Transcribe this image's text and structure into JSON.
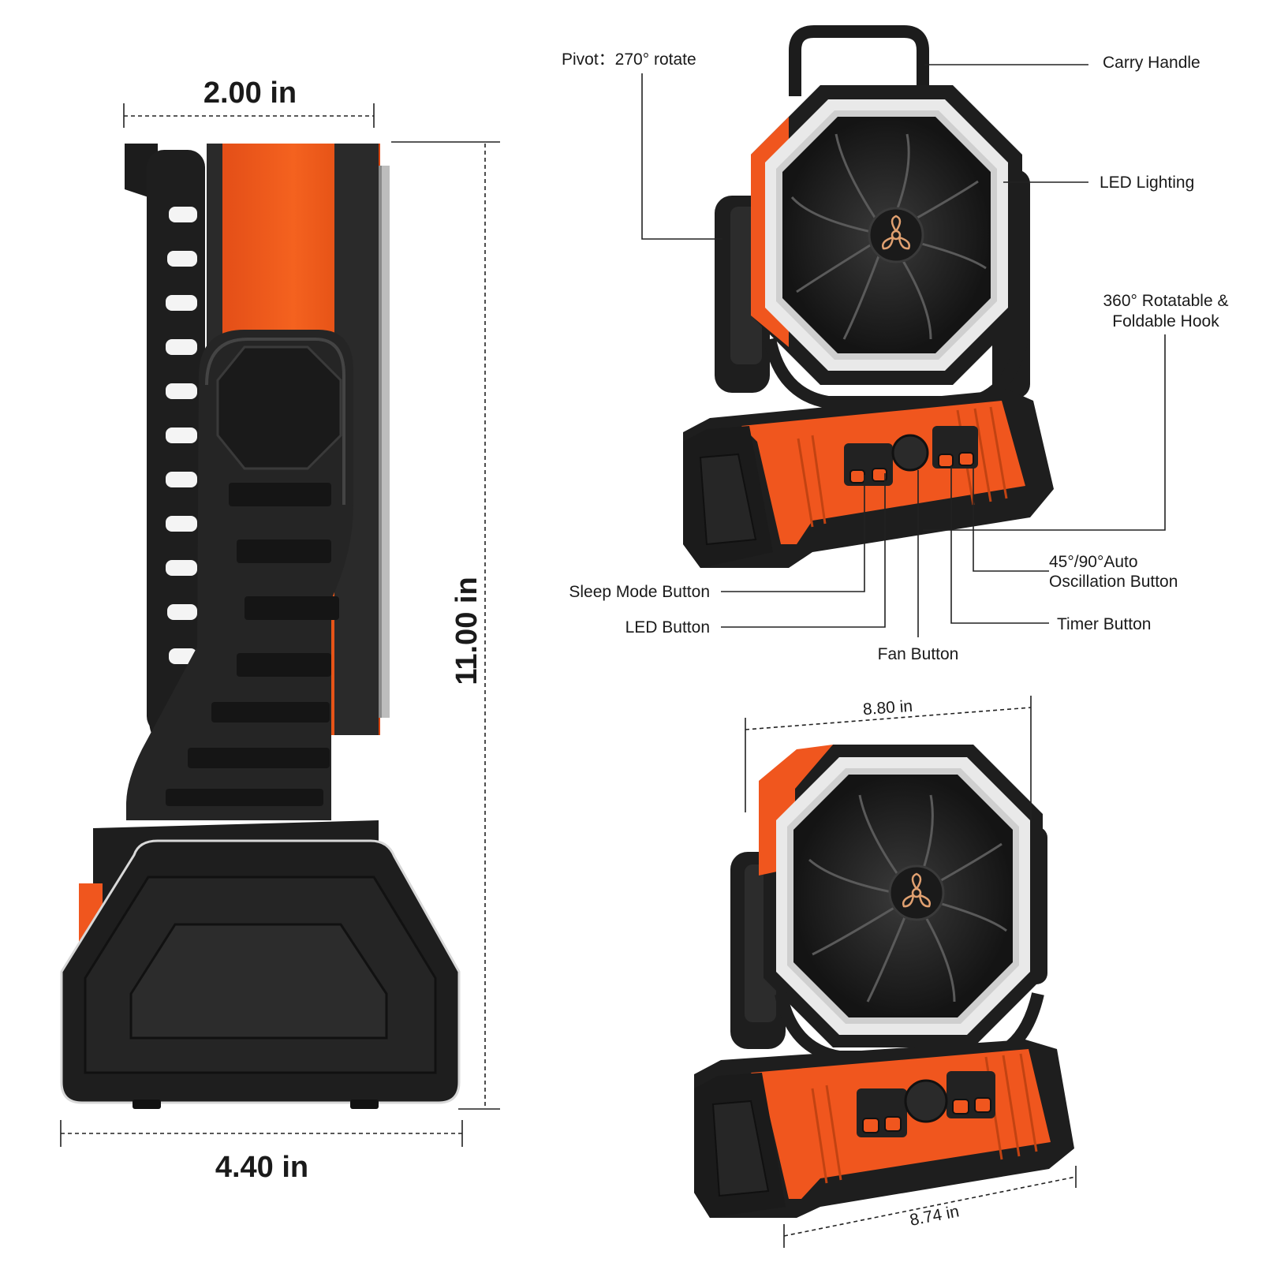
{
  "dimensions": {
    "side_depth": "2.00 in",
    "height": "11.00 in",
    "base_depth": "4.40 in",
    "head_width": "8.80 in",
    "base_width": "8.74 in"
  },
  "callouts": {
    "pivot": "Pivot：270° rotate",
    "carry_handle": "Carry Handle",
    "led_lighting": "LED Lighting",
    "hook_line1": "360° Rotatable &",
    "hook_line2": "Foldable Hook",
    "oscillation_line1": "45°/90°Auto",
    "oscillation_line2": "Oscillation Button",
    "sleep_mode": "Sleep Mode Button",
    "led_button": "LED Button",
    "fan_button": "Fan Button",
    "timer_button": "Timer Button"
  },
  "colors": {
    "body_orange": "#f0561e",
    "body_black": "#1e1e1e",
    "dark_grey": "#2c2c2c",
    "led_ring": "#e9e9e9"
  }
}
